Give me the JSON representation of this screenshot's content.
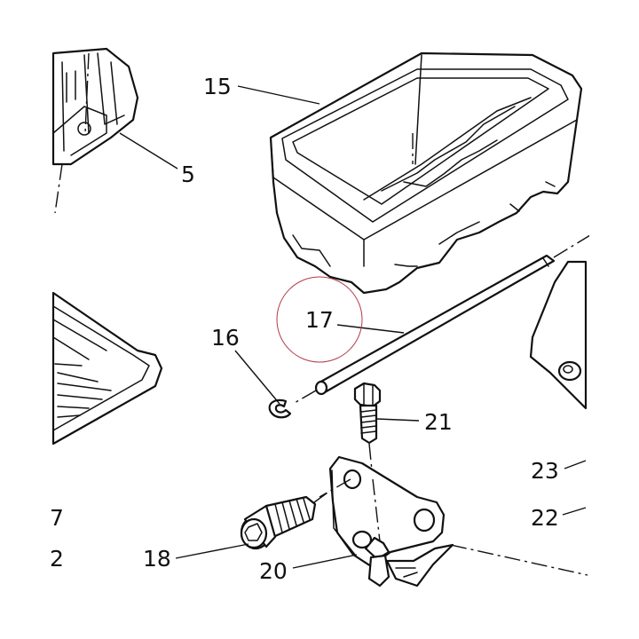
{
  "diagram": {
    "callouts": {
      "c15": "15",
      "c5": "5",
      "c16": "16",
      "c17": "17",
      "c21": "21",
      "c23": "23",
      "c22": "22",
      "c18": "18",
      "c20": "20",
      "c7": "7",
      "c2": "2"
    },
    "highlight_color": "#b23a48"
  }
}
